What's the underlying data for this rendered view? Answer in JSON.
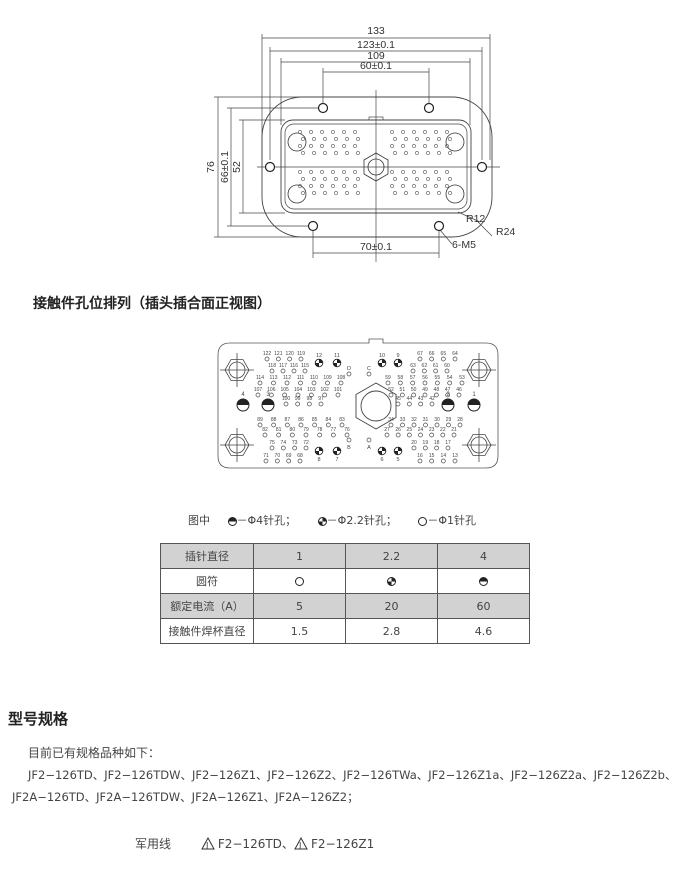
{
  "drawing": {
    "dims": {
      "w133": "133",
      "w123": "123±0.1",
      "w109": "109",
      "w60": "60±0.1",
      "h76": "76",
      "h66": "66±0.1",
      "h52": "52",
      "r12": "R12",
      "r24": "R24",
      "m5": "6-M5",
      "w70": "70±0.1"
    }
  },
  "pin_section": {
    "title": "接触件孔位排列（插头插合面正视图）",
    "power_pins": [
      "4",
      "3",
      "2",
      "1"
    ],
    "mid_pins": [
      "12",
      "11",
      "10",
      "9",
      "8",
      "7",
      "6",
      "5"
    ],
    "letter_pins": [
      "D",
      "C",
      "B",
      "A"
    ],
    "rows": [
      [
        "122",
        "121",
        "120",
        "119"
      ],
      [
        "118",
        "117",
        "116",
        "115"
      ],
      [
        "114",
        "113",
        "112",
        "111",
        "110",
        "109",
        "108"
      ],
      [
        "107",
        "106",
        "105",
        "104",
        "103",
        "102",
        "101"
      ],
      [
        "100",
        "99",
        "98",
        "97"
      ],
      [
        "89",
        "88",
        "87",
        "86",
        "85",
        "84",
        "83"
      ],
      [
        "82",
        "81",
        "80",
        "79",
        "78",
        "77",
        "76"
      ],
      [
        "75",
        "74",
        "73",
        "72"
      ],
      [
        "71",
        "70",
        "69",
        "68"
      ],
      [
        "67",
        "66",
        "65",
        "64"
      ],
      [
        "63",
        "62",
        "61",
        "60"
      ],
      [
        "59",
        "58",
        "57",
        "56",
        "55",
        "54",
        "53"
      ],
      [
        "52",
        "51",
        "50",
        "49",
        "48",
        "47",
        "46"
      ],
      [
        "45",
        "44",
        "43",
        "42"
      ],
      [
        "34",
        "33",
        "32",
        "31",
        "30",
        "29",
        "28"
      ],
      [
        "27",
        "26",
        "25",
        "24",
        "23",
        "22",
        "21"
      ],
      [
        "20",
        "19",
        "18",
        "17"
      ],
      [
        "16",
        "15",
        "14",
        "13"
      ]
    ]
  },
  "legend": {
    "prefix": "图中",
    "items": [
      "－Φ4针孔；",
      "－Φ2.2针孔；",
      "－Φ1针孔"
    ]
  },
  "spec_table": {
    "rows": [
      {
        "label": "插针直径",
        "values": [
          "1",
          "2.2",
          "4"
        ]
      },
      {
        "label": "圆符",
        "values": [
          "circle-open",
          "circle-quartered",
          "circle-half"
        ]
      },
      {
        "label": "额定电流（A）",
        "values": [
          "5",
          "20",
          "60"
        ]
      },
      {
        "label": "接触件焊杯直径",
        "values": [
          "1.5",
          "2.8",
          "4.6"
        ]
      }
    ]
  },
  "models": {
    "title": "型号规格",
    "intro": "目前已有规格品种如下：",
    "line1": "JF2−126TD、JF2−126TDW、JF2−126Z1、JF2−126Z2、JF2−126TWa、JF2−126Z1a、JF2−126Z2a、JF2−126Z2b、",
    "line2": "JF2A−126TD、JF2A−126TDW、JF2A−126Z1、JF2A−126Z2；",
    "military_label": "军用线",
    "military_items": [
      "F2−126TD",
      "F2−126Z1"
    ],
    "separator": "、"
  }
}
